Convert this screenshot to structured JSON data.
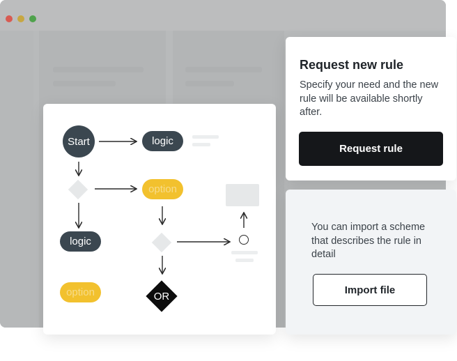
{
  "window": {
    "controls": [
      "close",
      "minimize",
      "maximize"
    ],
    "colors": {
      "close": "#d85b52",
      "minimize": "#c7a742",
      "maximize": "#4fa24c"
    }
  },
  "diagram": {
    "nodes": {
      "start": "Start",
      "logic_top": "logic",
      "option_top": "option",
      "logic_bottom": "logic",
      "option_bottom": "option",
      "or": "OR"
    },
    "colors": {
      "logic": "#3b4750",
      "option": "#f2c12e",
      "or": "#0d0d0d"
    }
  },
  "request_card": {
    "title": "Request new rule",
    "description": "Specify your need and the new rule will be available shortly after.",
    "button_label": "Request rule"
  },
  "import_card": {
    "description": "You can import a scheme that describes the rule in detail",
    "button_label": "Import file"
  }
}
